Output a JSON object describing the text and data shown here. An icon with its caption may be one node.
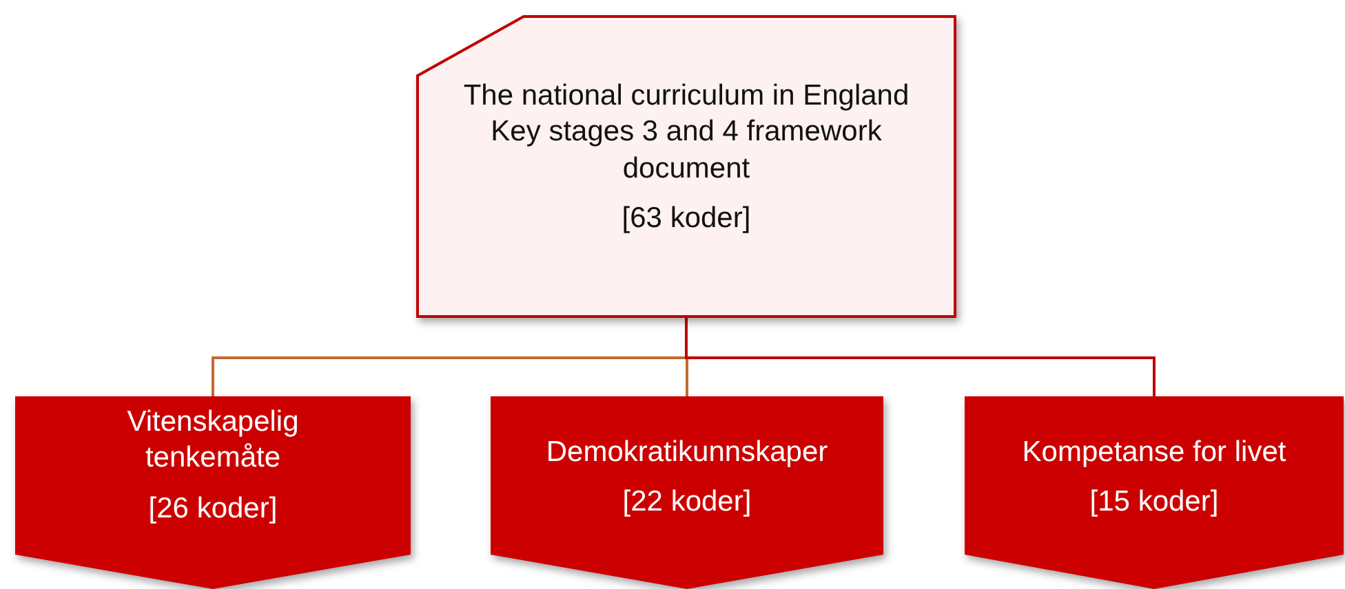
{
  "diagram": {
    "nodes": [
      {
        "text": [
          "The national curriculum in England Key stages 3 and 4 framework document",
          "[63 koder]"
        ]
      },
      {
        "text": [
          "Vitenskapelig tenkemåte",
          "[26 koder]"
        ]
      },
      {
        "text": [
          "Demokratikunnskaper",
          "[22 koder]"
        ]
      },
      {
        "text": [
          "Kompetanse for livet",
          "[15 koder]"
        ]
      }
    ],
    "edges": [
      {
        "from": 0,
        "to": 1,
        "arrow": "none"
      },
      {
        "from": 0,
        "to": 2,
        "arrow": "none"
      },
      {
        "from": 0,
        "to": 3,
        "arrow": "none",
        "color": "#c00000"
      }
    ]
  }
}
